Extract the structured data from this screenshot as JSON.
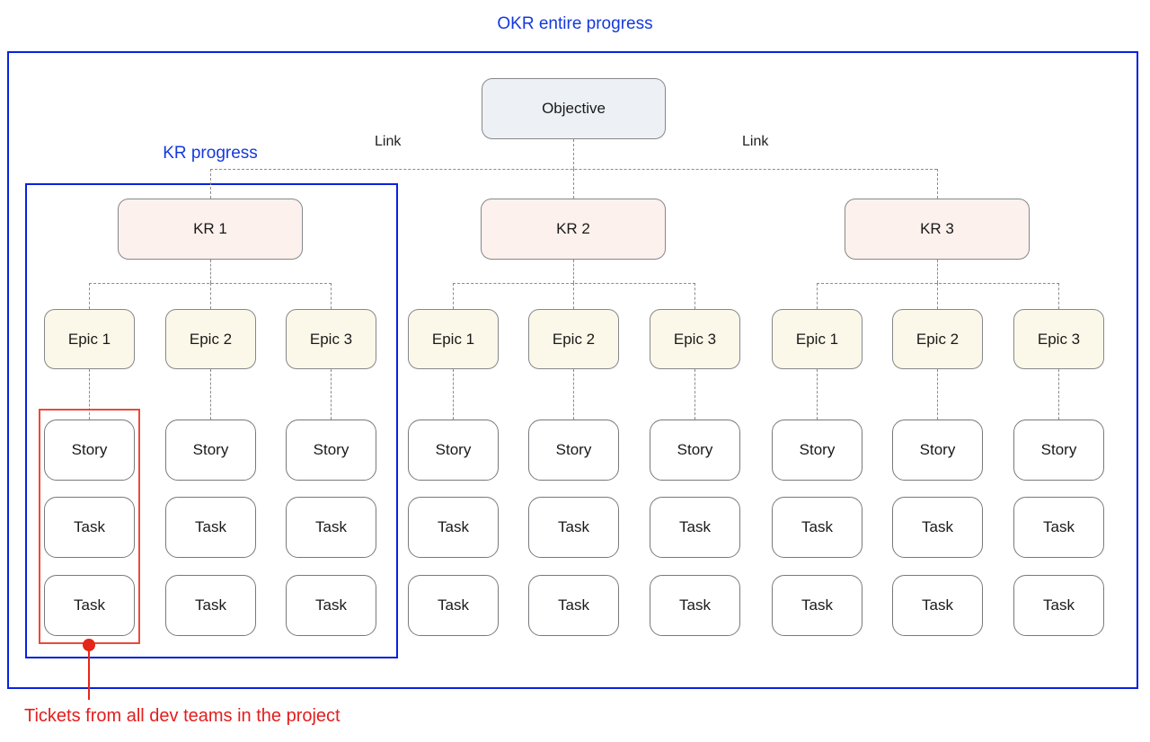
{
  "title": "OKR entire progress",
  "labels": {
    "kr_progress": "KR progress",
    "link_left": "Link",
    "link_right": "Link",
    "annotation": "Tickets from all dev teams in the project"
  },
  "tree": {
    "objective": "Objective",
    "krs": [
      {
        "label": "KR 1",
        "epics": [
          {
            "label": "Epic 1",
            "tickets": [
              "Story",
              "Task",
              "Task"
            ]
          },
          {
            "label": "Epic 2",
            "tickets": [
              "Story",
              "Task",
              "Task"
            ]
          },
          {
            "label": "Epic 3",
            "tickets": [
              "Story",
              "Task",
              "Task"
            ]
          }
        ]
      },
      {
        "label": "KR 2",
        "epics": [
          {
            "label": "Epic 1",
            "tickets": [
              "Story",
              "Task",
              "Task"
            ]
          },
          {
            "label": "Epic 2",
            "tickets": [
              "Story",
              "Task",
              "Task"
            ]
          },
          {
            "label": "Epic 3",
            "tickets": [
              "Story",
              "Task",
              "Task"
            ]
          }
        ]
      },
      {
        "label": "KR 3",
        "epics": [
          {
            "label": "Epic 1",
            "tickets": [
              "Story",
              "Task",
              "Task"
            ]
          },
          {
            "label": "Epic 2",
            "tickets": [
              "Story",
              "Task",
              "Task"
            ]
          },
          {
            "label": "Epic 3",
            "tickets": [
              "Story",
              "Task",
              "Task"
            ]
          }
        ]
      }
    ]
  },
  "colors": {
    "blue": "#0722df",
    "blue_text": "#1539dd",
    "red": "#e6251a",
    "red_border": "#ea4a3a",
    "red_text": "#e41d1d",
    "box_border": "#85878b",
    "dash": "#8c8c8c",
    "objective_fill": "#edf0f4",
    "kr_fill": "#fcf1ec",
    "epic_fill": "#fcf8e9"
  }
}
